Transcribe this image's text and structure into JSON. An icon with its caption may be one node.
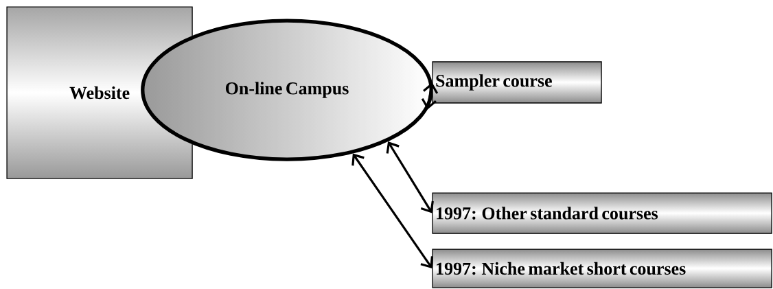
{
  "diagram": {
    "nodes": [
      {
        "text": [
          "Website"
        ]
      },
      {
        "text": [
          "On-line Campus"
        ]
      },
      {
        "text": [
          "Sampler course"
        ]
      },
      {
        "text": [
          "1997: Other standard courses"
        ]
      },
      {
        "text": [
          "1997: Niche market short courses"
        ]
      }
    ],
    "edges": [
      {
        "from": 1,
        "to": 2,
        "arrow": "both"
      },
      {
        "from": 1,
        "to": 3,
        "arrow": "both"
      },
      {
        "from": 1,
        "to": 4,
        "arrow": "both"
      }
    ]
  }
}
